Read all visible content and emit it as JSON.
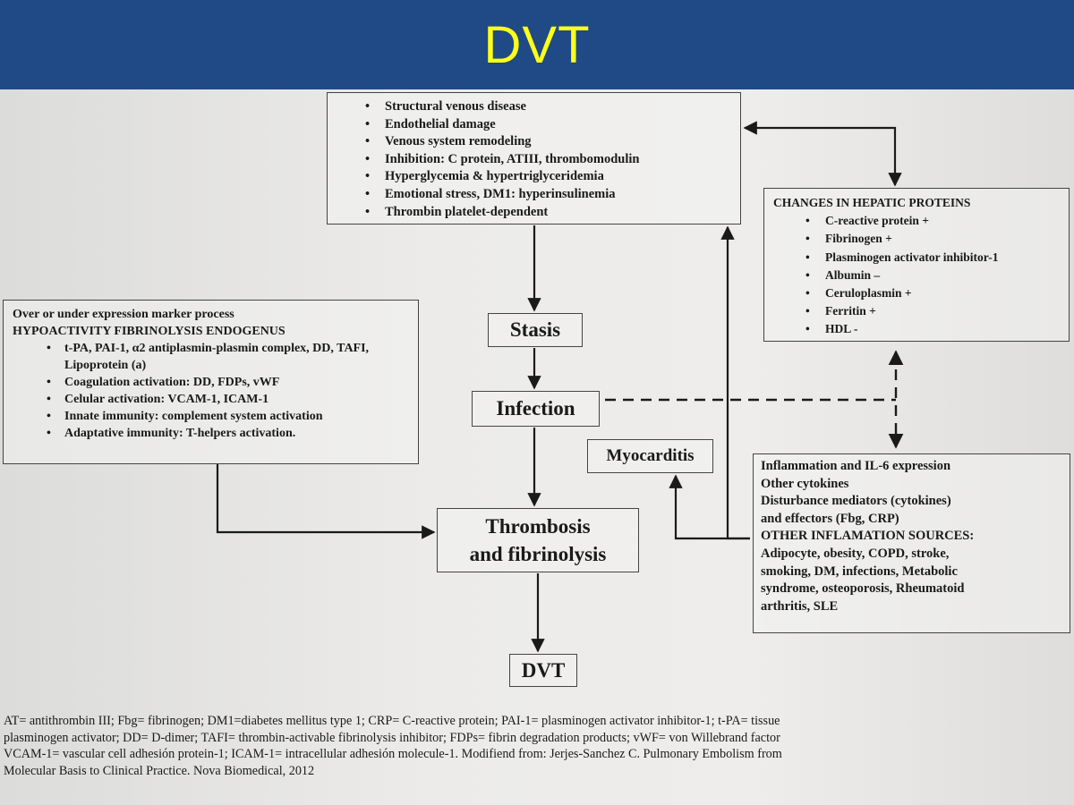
{
  "header": {
    "title": "DVT"
  },
  "venous_box": {
    "items": [
      "Structural venous disease",
      "Endothelial damage",
      "Venous system remodeling",
      "Inhibition: C protein, ATIII, thrombomodulin",
      "Hyperglycemia & hypertriglyceridemia",
      "Emotional stress, DM1: hyperinsulinemia",
      "Thrombin platelet-dependent"
    ]
  },
  "hepatic_box": {
    "title": "CHANGES IN HEPATIC PROTEINS",
    "items": [
      "C-reactive protein +",
      "Fibrinogen +",
      "Plasminogen activator inhibitor-1",
      "Albumin –",
      "Ceruloplasmin +",
      "Ferritin +",
      "HDL -"
    ]
  },
  "hypo_box": {
    "line1": "Over or under expression marker process",
    "line2": "HYPOACTIVITY FIBRINOLYSIS ENDOGENUS",
    "items": [
      "t-PA, PAI-1, α2 antiplasmin-plasmin complex, DD, TAFI, Lipoprotein (a)",
      "Coagulation activation: DD, FDPs, vWF",
      "Celular activation: VCAM-1, ICAM-1",
      "Innate immunity: complement system activation",
      "Adaptative immunity: T-helpers activation."
    ]
  },
  "inflam_box": {
    "lines": [
      "Inflammation and IL-6 expression",
      "Other cytokines",
      "Disturbance mediators (cytokines)",
      "and effectors (Fbg, CRP)",
      "OTHER INFLAMATION SOURCES:",
      "Adipocyte, obesity, COPD, stroke,",
      "smoking, DM, infections, Metabolic",
      "syndrome, osteoporosis, Rheumatoid",
      "arthritis, SLE"
    ]
  },
  "nodes": {
    "stasis": "Stasis",
    "infection": "Infection",
    "myocarditis": "Myocarditis",
    "thrombosis_line1": "Thrombosis",
    "thrombosis_line2": "and fibrinolysis",
    "dvt": "DVT"
  },
  "footnote": {
    "lines": [
      "AT= antithrombin III; Fbg= fibrinogen; DM1=diabetes mellitus type 1; CRP= C-reactive protein; PAI-1= plasminogen activator inhibitor-1; t-PA= tissue",
      "plasminogen activator; DD= D-dimer; TAFI= thrombin-activable fibrinolysis inhibitor; FDPs= fibrin degradation products; vWF= von Willebrand factor",
      "VCAM-1= vascular cell adhesión protein-1; ICAM-1= intracellular  adhesión molecule-1. Modifiend from: Jerjes-Sanchez C. Pulmonary Embolism from",
      "Molecular Basis to Clinical Practice. Nova Biomedical, 2012"
    ]
  }
}
